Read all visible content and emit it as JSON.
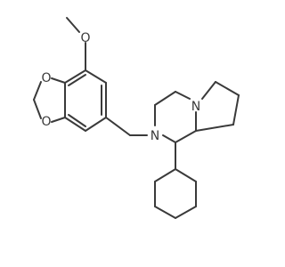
{
  "atoms": [
    {
      "id": "O1",
      "label": "O"
    },
    {
      "id": "O2",
      "label": "O"
    },
    {
      "id": "O3",
      "label": "O"
    },
    {
      "id": "N1",
      "label": "N"
    },
    {
      "id": "N2",
      "label": "N"
    }
  ],
  "colors": {
    "bond": "#3a3a3a",
    "background": "#ffffff"
  }
}
